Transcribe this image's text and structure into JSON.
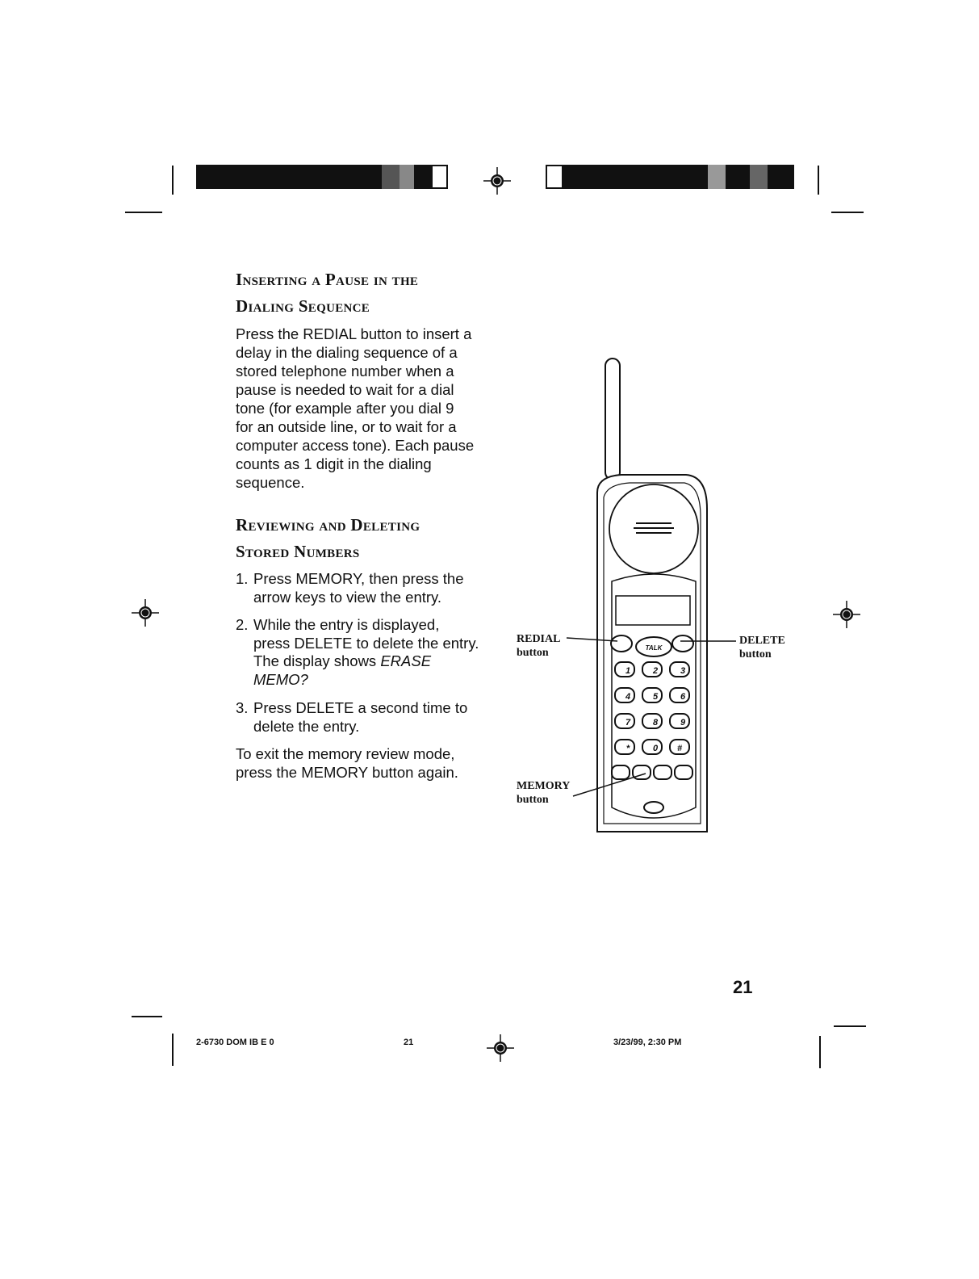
{
  "section1": {
    "heading_line1": "Inserting a Pause in the",
    "heading_line2": "Dialing Sequence",
    "body_lines": [
      "Press the REDIAL button to insert a",
      "delay in the dialing sequence of a",
      "stored telephone number when a",
      "pause is needed to wait for a dial",
      "tone (for example after you dial 9",
      "for an outside line, or to wait for a",
      "computer access tone).  Each pause",
      "counts as 1 digit in the dialing",
      "sequence."
    ]
  },
  "section2": {
    "heading_line1": "Reviewing and Deleting",
    "heading_line2": "Stored Numbers",
    "steps": [
      {
        "num": "1.",
        "line1": "Press MEMORY, then press the",
        "line2": "arrow keys to view the entry."
      },
      {
        "num": "2.",
        "line1": "While the entry is displayed,",
        "line2": "press DELETE to delete the entry.",
        "line3": "The display shows ",
        "line3_em": "ERASE",
        "line4_em": "MEMO?"
      },
      {
        "num": "3.",
        "line1": "Press DELETE a second time to",
        "line2": "delete the entry."
      }
    ],
    "closing_line1": "To exit the memory review mode,",
    "closing_line2": "press the MEMORY button again."
  },
  "figure": {
    "redial_label": "REDIAL",
    "redial_sub": "button",
    "delete_label": "DELETE",
    "delete_sub": "button",
    "memory_label": "MEMORY",
    "memory_sub": "button",
    "talk_key": "TALK",
    "keys": [
      "1",
      "2",
      "3",
      "4",
      "5",
      "6",
      "7",
      "8",
      "9",
      "*",
      "0",
      "#"
    ]
  },
  "page_number": "21",
  "footer": {
    "doc_code": "2-6730 DOM IB E 0",
    "page": "21",
    "timestamp": "3/23/99, 2:30 PM"
  }
}
